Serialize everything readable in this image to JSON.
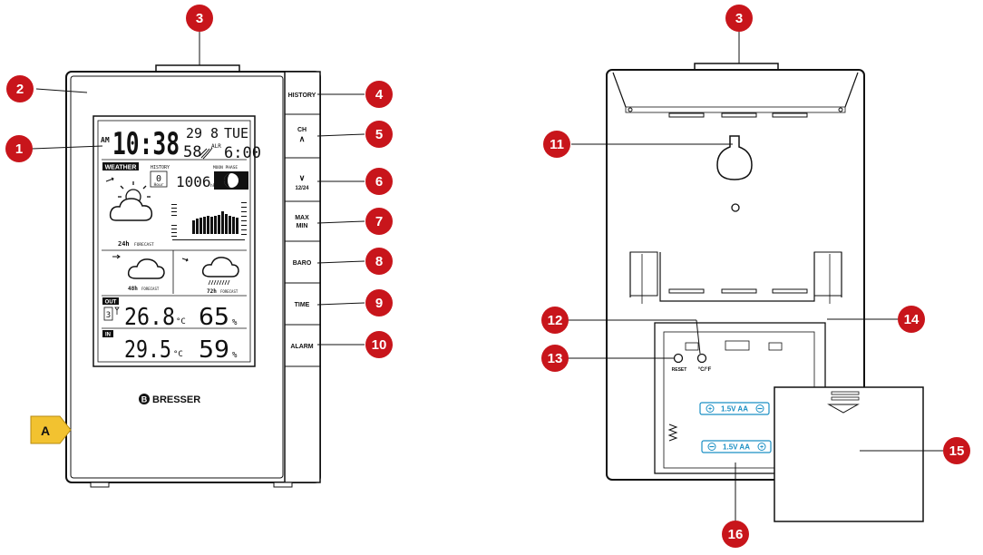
{
  "colors": {
    "callout": "#c8151b",
    "section_tag": "#f2c230",
    "battery_text": "#1a8fc4"
  },
  "callouts": {
    "c1": "1",
    "c2": "2",
    "c3a": "3",
    "c3b": "3",
    "c4": "4",
    "c5": "5",
    "c6": "6",
    "c7": "7",
    "c8": "8",
    "c9": "9",
    "c10": "10",
    "c11": "11",
    "c12": "12",
    "c13": "13",
    "c14": "14",
    "c15": "15",
    "c16": "16"
  },
  "section_tag": "A",
  "buttons": {
    "history": "HISTORY",
    "ch": "CH",
    "up_arrow": "∧",
    "down_arrow": "∨",
    "unit_12_24": "12/24",
    "max": "MAX",
    "min": "MIN",
    "baro": "BARO",
    "time": "TIME",
    "alarm": "ALARM"
  },
  "display": {
    "am": "AM",
    "time": "10:38",
    "date_day": "29",
    "date_month": "8",
    "weekday": "TUE",
    "seconds": "58",
    "alarm_label": "ALR",
    "alarm_time": "6:00",
    "weather_badge": "WEATHER",
    "history_label": "HISTORY",
    "history_value": "0",
    "history_unit": "Hour",
    "pressure": "1006",
    "pressure_unit": "hPa",
    "moon_phase_label": "MOON PHASE",
    "forecast_24h": "24h",
    "forecast_48h": "48h",
    "forecast_72h": "72h",
    "forecast_word": "FORECAST",
    "out_badge": "OUT",
    "channel": "3",
    "out_temp": "26.8",
    "out_hum": "65",
    "in_badge": "IN",
    "in_temp": "29.5",
    "in_hum": "59",
    "deg_c": "°C",
    "percent": "%"
  },
  "brand": "BRESSER",
  "back": {
    "reset": "RESET",
    "unit_switch": "°C/°F",
    "battery_label": "1.5V AA"
  }
}
